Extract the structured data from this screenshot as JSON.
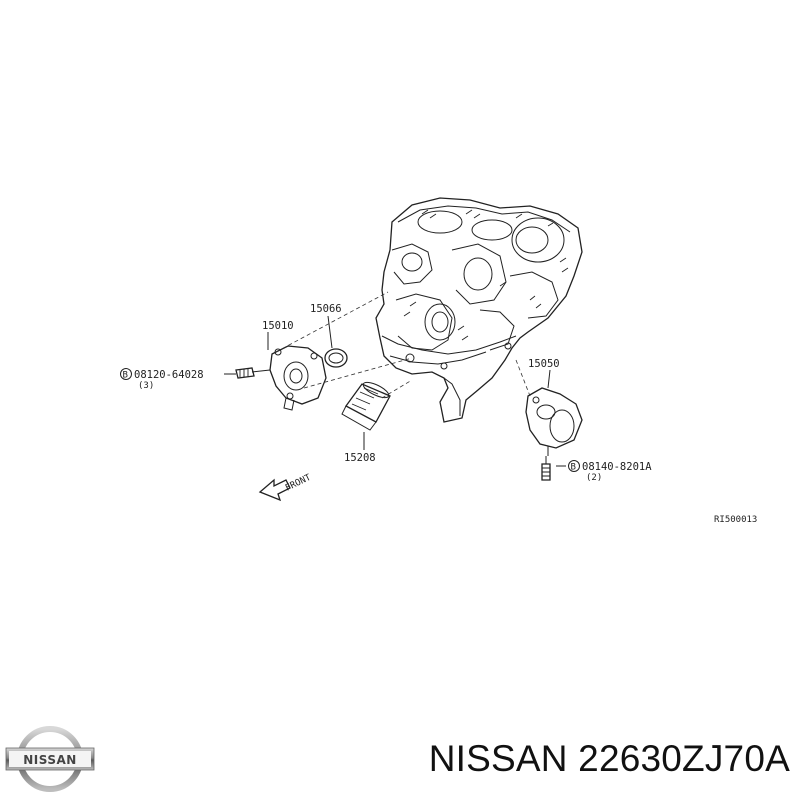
{
  "diagram": {
    "parts": {
      "oil_pump": "15010",
      "gasket": "15066",
      "oil_filter": "15208",
      "filter_bracket": "15050"
    },
    "bolts": {
      "left": {
        "marker": "B",
        "part_no": "08120-64028",
        "qty": "(3)"
      },
      "right": {
        "marker": "B",
        "part_no": "08140-8201A",
        "qty": "(2)"
      }
    },
    "front_label": "FRONT",
    "ref_code": "RI500013"
  },
  "footer": {
    "brand_logo_text": "NISSAN",
    "title": "NISSAN 22630ZJ70A"
  }
}
